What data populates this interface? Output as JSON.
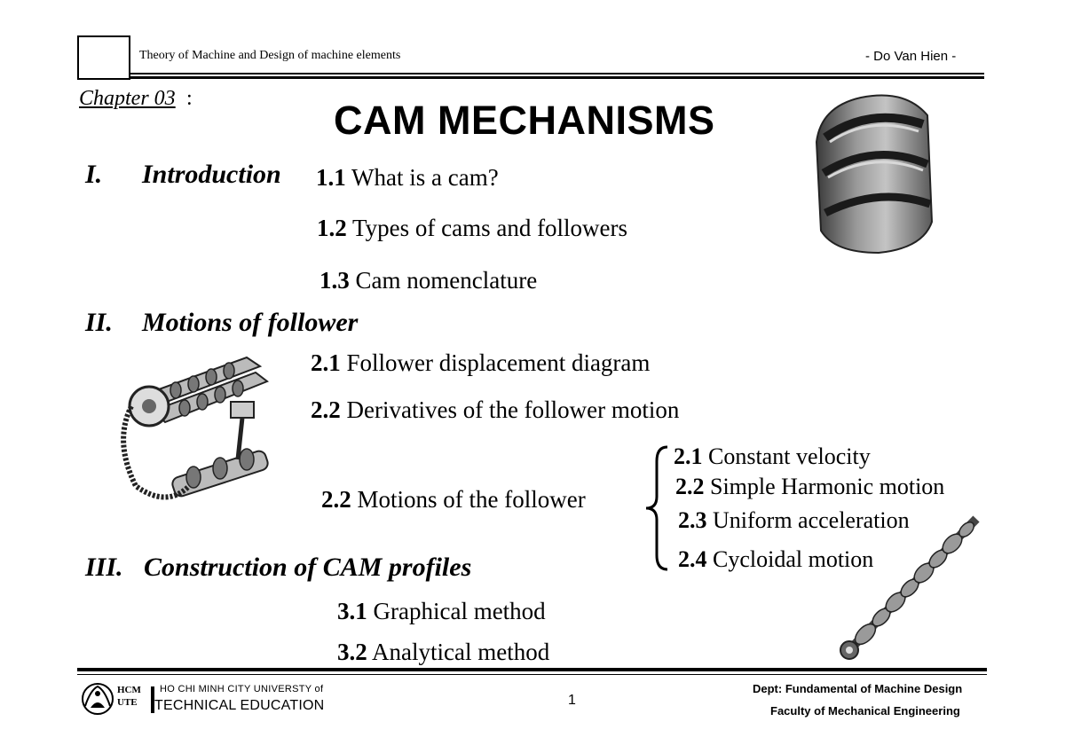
{
  "header": {
    "course_title": "Theory of Machine and Design of machine elements",
    "author": "- Do Van Hien -"
  },
  "chapter": {
    "label": "Chapter 03",
    "colon": ":",
    "title": "CAM MECHANISMS"
  },
  "sections": [
    {
      "num": "I.",
      "title": "Introduction",
      "items": [
        {
          "num": "1.1",
          "text": " What is a cam?"
        },
        {
          "num": "1.2",
          "text": " Types of cams and followers"
        },
        {
          "num": "1.3",
          "text": " Cam nomenclature"
        }
      ]
    },
    {
      "num": "II.",
      "title": "Motions of follower",
      "items": [
        {
          "num": "2.1",
          "text": " Follower displacement diagram"
        },
        {
          "num": "2.2",
          "text": " Derivatives of the follower motion"
        },
        {
          "num": "2.2",
          "text": " Motions of the follower"
        }
      ],
      "subitems": [
        {
          "num": "2.1",
          "text": " Constant velocity"
        },
        {
          "num": "2.2",
          "text": " Simple Harmonic motion"
        },
        {
          "num": "2.3",
          "text": " Uniform acceleration"
        },
        {
          "num": "2.4",
          "text": " Cycloidal motion"
        }
      ]
    },
    {
      "num": "III.",
      "title": "Construction of CAM profiles",
      "items": [
        {
          "num": "3.1",
          "text": " Graphical method"
        },
        {
          "num": "3.2",
          "text": " Analytical method"
        }
      ]
    }
  ],
  "footer": {
    "logo_text_1": "HCM",
    "logo_text_2": "UTE",
    "university": "HO CHI MINH CITY UNIVERSTY of",
    "university_dept": "TECHNICAL EDUCATION",
    "page_number": "1",
    "dept": "Dept: Fundamental of Machine Design",
    "faculty": "Faculty of Mechanical Engineering"
  }
}
